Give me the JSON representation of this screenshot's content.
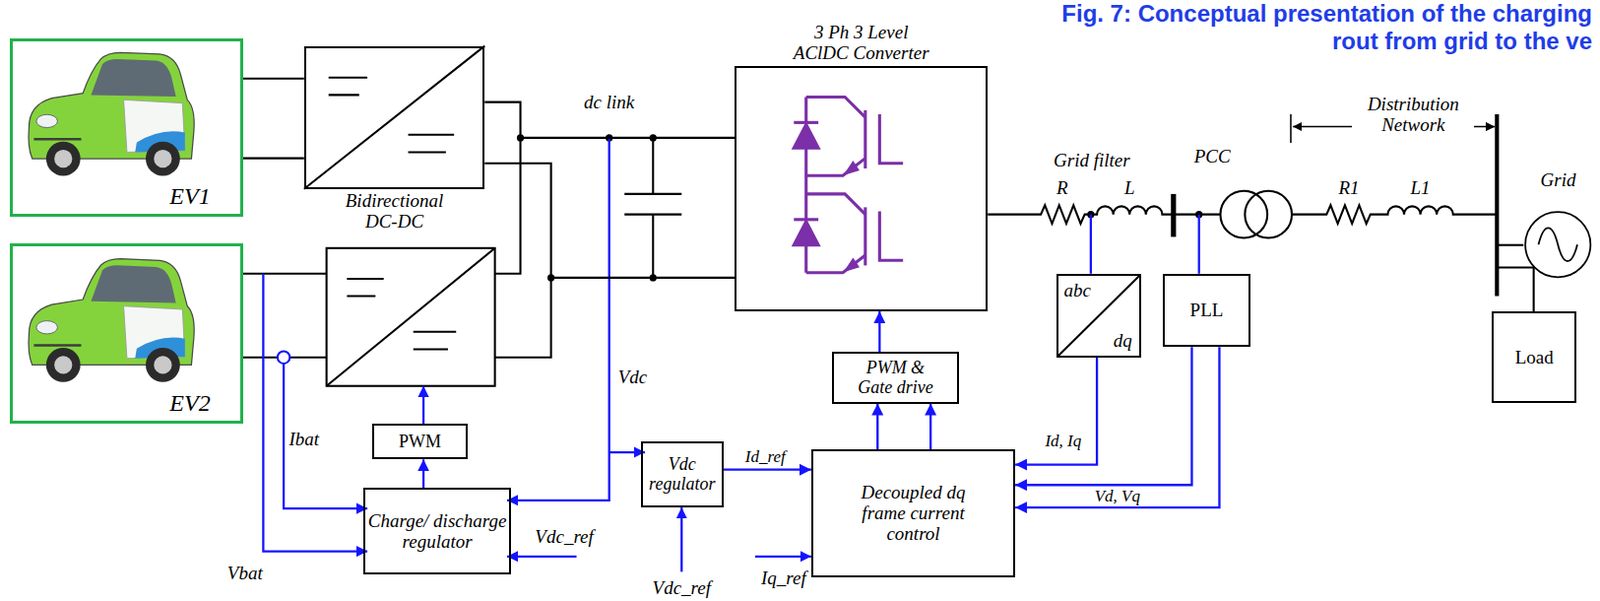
{
  "diagram": {
    "title": "Fig. 7: Conceptual presentation of the charging rout from grid to the ve",
    "nodes": [
      {
        "text": [
          "EV1"
        ]
      },
      {
        "text": [
          "Bidirectional DC-DC"
        ]
      },
      {
        "text": [
          "3 Ph 3 Level AClDC Converter"
        ]
      },
      {
        "text": [
          "Grid"
        ]
      },
      {
        "text": [
          "EV2"
        ]
      },
      {
        "text": [
          "abc",
          "dq"
        ]
      },
      {
        "text": [
          "PLL"
        ]
      },
      {
        "text": [
          "PWM & Gate drive"
        ]
      },
      {
        "text": [
          "Load"
        ]
      },
      {
        "text": [
          "PWM"
        ]
      },
      {
        "text": [
          "Vdc regulator"
        ]
      },
      {
        "text": [
          "Charge/ discharge regulator"
        ]
      },
      {
        "text": [
          "Decoupled dq frame current control"
        ]
      }
    ],
    "edges": [
      {
        "from": 0,
        "to": 1,
        "arrow": "none"
      },
      {
        "from": 0,
        "to": 1,
        "arrow": "none"
      },
      {
        "from": 1,
        "to": 2,
        "arrow": "none"
      },
      {
        "from": 1,
        "to": 2,
        "arrow": "none"
      },
      {
        "from": 7,
        "to": 2,
        "arrow": "to"
      },
      {
        "from": 12,
        "to": 7,
        "arrow": "to"
      },
      {
        "from": 12,
        "to": 7,
        "arrow": "to"
      },
      {
        "from": 11,
        "to": 9,
        "arrow": "to"
      },
      {
        "from": 10,
        "to": 12,
        "label": "Id_ref",
        "arrow": "to"
      },
      {
        "from": 5,
        "to": 12,
        "label": "Id, Iq",
        "arrow": "to"
      },
      {
        "from": 6,
        "to": 12,
        "arrow": "to"
      },
      {
        "from": 6,
        "to": 12,
        "label": "Vd, Vq",
        "arrow": "to"
      }
    ],
    "labels": [
      "dc link",
      "Vdc",
      "Ibat",
      "Vbat",
      "Vdc_ref",
      "Vdc_ref",
      "Iq_ref",
      "Grid filter",
      "R",
      "L",
      "PCC",
      "Distribution Network",
      "R1",
      "L1"
    ]
  }
}
